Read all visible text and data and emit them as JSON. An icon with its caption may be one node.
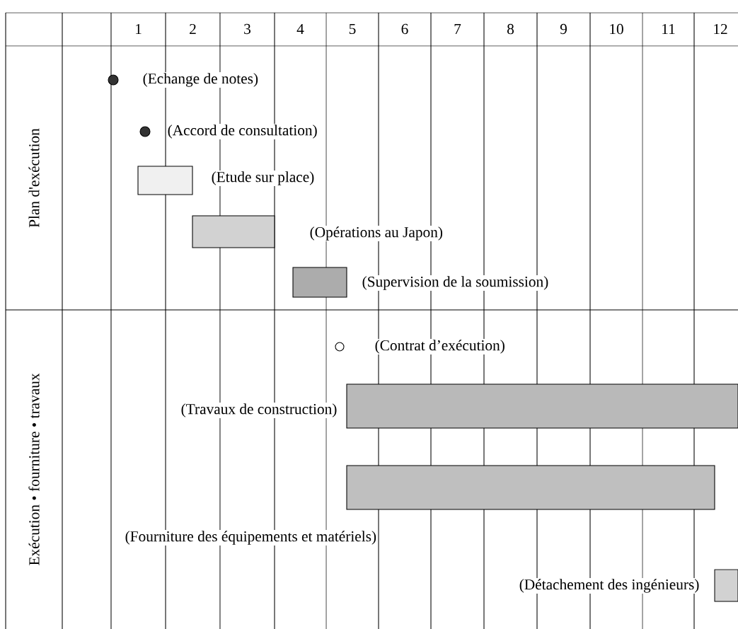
{
  "diagram": {
    "nodes": [
      {
        "text": [],
        "shape": "circle",
        "beside": [
          "(Echange de notes)"
        ]
      },
      {
        "text": [],
        "shape": "circle",
        "beside": [
          "(Accord de consultation)"
        ]
      },
      {
        "text": [],
        "shape": "bar",
        "beside": [
          "(Etude sur place)"
        ]
      },
      {
        "text": [],
        "shape": "bar",
        "beside": [
          "(Opérations au Japon)"
        ]
      },
      {
        "text": [],
        "shape": "bar",
        "beside": [
          "(Supervision de la soumission)"
        ]
      },
      {
        "text": [],
        "shape": "circle",
        "beside": [
          "(Contrat d’exécution)"
        ]
      },
      {
        "text": [],
        "shape": "bar",
        "beside": [
          "(Travaux de construction)"
        ]
      },
      {
        "text": [],
        "shape": "bar",
        "beside": [
          "(Fourniture des équipements et matériels)"
        ]
      },
      {
        "text": [],
        "shape": "bar",
        "beside": [
          "(Détachement des ingénieurs)"
        ]
      }
    ],
    "labels": [
      "1",
      "2",
      "3",
      "4",
      "5",
      "6",
      "7",
      "8",
      "9",
      "10",
      "11",
      "12",
      "Plan d'exécution",
      "Exécution • fourniture • travaux"
    ]
  }
}
